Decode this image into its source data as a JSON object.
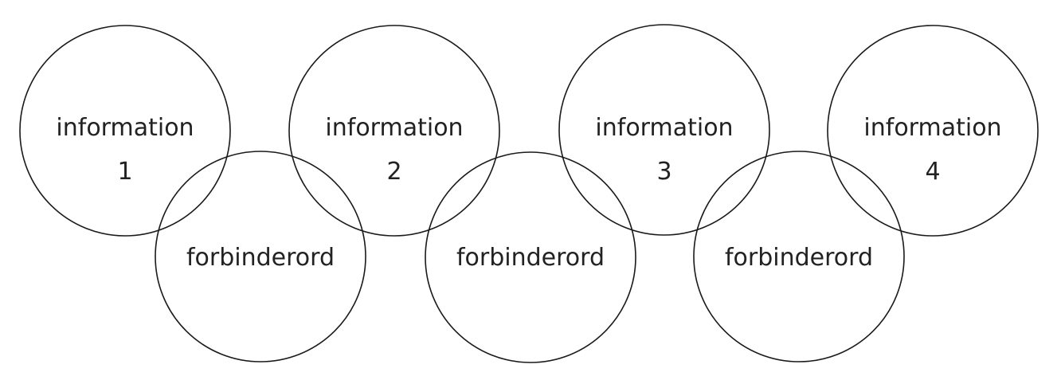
{
  "info_circles": [
    {
      "line1": "information",
      "line2": "1"
    },
    {
      "line1": "information",
      "line2": "2"
    },
    {
      "line1": "information",
      "line2": "3"
    },
    {
      "line1": "information",
      "line2": "4"
    }
  ],
  "connector_circles": [
    {
      "label": "forbinderord"
    },
    {
      "label": "forbinderord"
    },
    {
      "label": "forbinderord"
    }
  ]
}
